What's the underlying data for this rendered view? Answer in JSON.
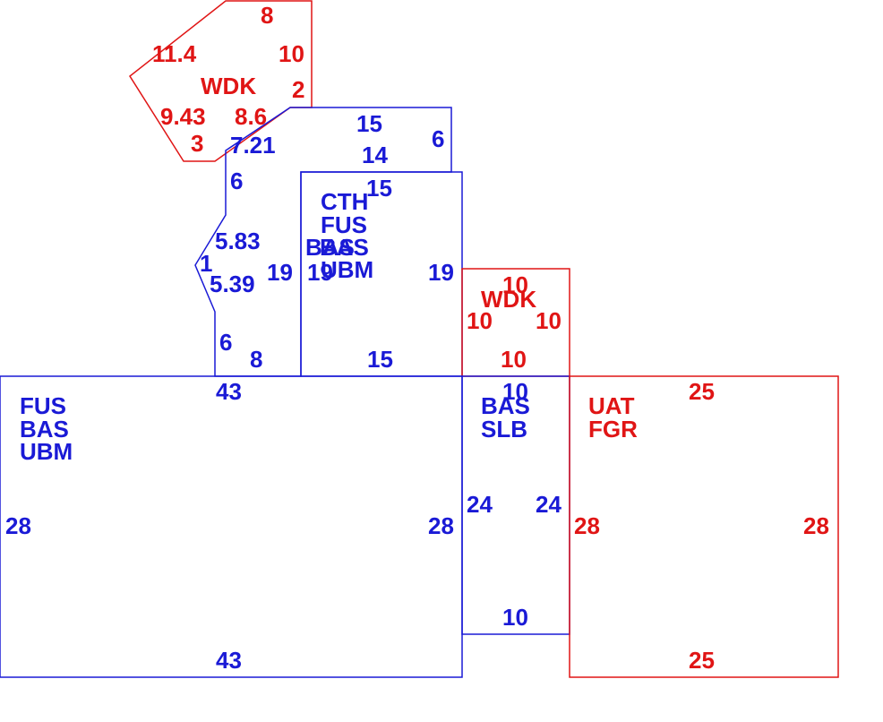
{
  "colors": {
    "existing": "#1a1ad6",
    "proposed": "#e01515",
    "background": "#ffffff"
  },
  "areas": [
    {
      "id": "wdk-top",
      "color": "proposed",
      "names": [
        "WDK"
      ],
      "dims": [
        "8",
        "11.4",
        "10",
        "2",
        "9.43",
        "8.6",
        "3"
      ]
    },
    {
      "id": "upper-left",
      "color": "existing",
      "names": [],
      "dims": [
        "15",
        "6",
        "14",
        "7.21",
        "6",
        "5.83",
        "1",
        "5.39",
        "19",
        "6",
        "8"
      ]
    },
    {
      "id": "central",
      "color": "existing",
      "names": [
        "CTH",
        "FUS",
        "BAS",
        "BAS",
        "UBM"
      ],
      "dims": [
        "15",
        "19",
        "19",
        "15"
      ]
    },
    {
      "id": "wdk-mid",
      "color": "proposed",
      "names": [
        "WDK"
      ],
      "dims": [
        "10",
        "10",
        "10",
        "10"
      ]
    },
    {
      "id": "large-left",
      "color": "existing",
      "names": [
        "FUS",
        "BAS",
        "UBM"
      ],
      "dims": [
        "43",
        "28",
        "28",
        "43"
      ]
    },
    {
      "id": "slb",
      "color": "existing",
      "names": [
        "BAS",
        "SLB"
      ],
      "dims": [
        "10",
        "24",
        "24",
        "10"
      ]
    },
    {
      "id": "uat",
      "color": "proposed",
      "names": [
        "UAT",
        "FGR"
      ],
      "dims": [
        "25",
        "28",
        "28",
        "25"
      ]
    }
  ]
}
